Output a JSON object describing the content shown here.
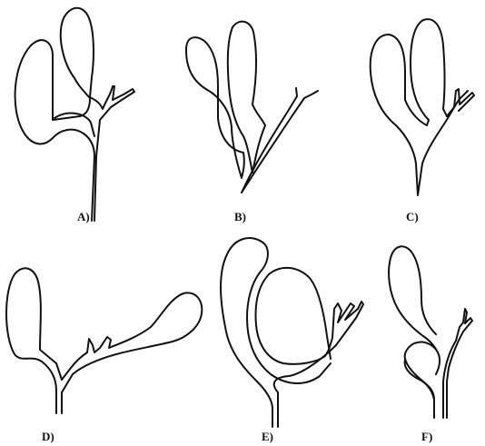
{
  "panels": [
    {
      "id": "a",
      "label": "A)"
    },
    {
      "id": "b",
      "label": "B)"
    },
    {
      "id": "c",
      "label": "C)"
    },
    {
      "id": "d",
      "label": "D)"
    },
    {
      "id": "e",
      "label": "E)"
    },
    {
      "id": "f",
      "label": "F)"
    }
  ],
  "colors": {
    "stroke": "#111111",
    "background": "#ffffff"
  }
}
